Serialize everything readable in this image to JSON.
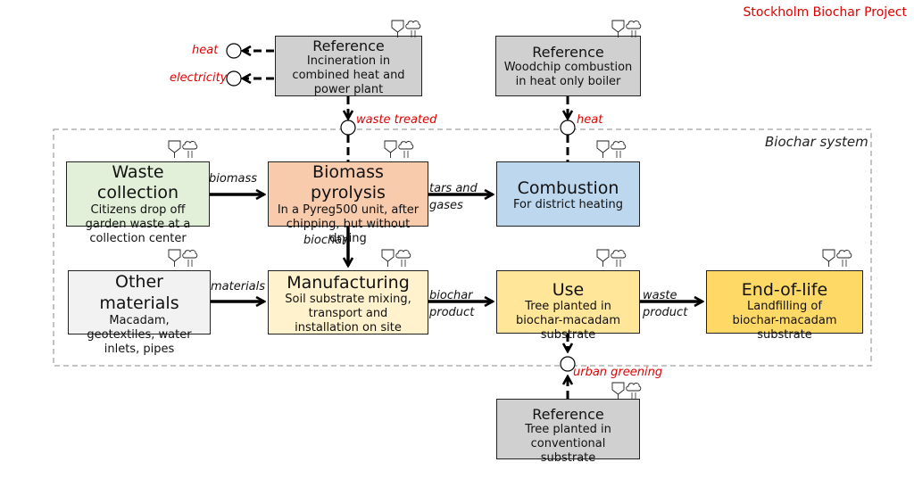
{
  "project_title": "Stockholm Biochar Project",
  "system_label": "Biochar system",
  "colors": {
    "reference": "#d0d0d0",
    "waste_collection": "#e2efd9",
    "pyrolysis": "#f8cbad",
    "combustion": "#bdd7ee",
    "other_materials": "#f2f2f2",
    "manufacturing": "#fff2cc",
    "use": "#ffe699",
    "end_of_life": "#ffd966",
    "accent_red": "#e00000"
  },
  "nodes": {
    "ref_incineration": {
      "title": "Reference",
      "desc": "Incineration in combined heat and power plant"
    },
    "ref_woodchip": {
      "title": "Reference",
      "desc": "Woodchip combustion in heat only boiler"
    },
    "waste_collection": {
      "title": "Waste collection",
      "desc": "Citizens drop off garden waste at a collection center"
    },
    "pyrolysis": {
      "title": "Biomass pyrolysis",
      "desc": "In a Pyreg500 unit, after chipping, but without drying"
    },
    "combustion": {
      "title": "Combustion",
      "desc": "For district heating"
    },
    "other_materials": {
      "title": "Other materials",
      "desc": "Macadam, geotextiles, water inlets, pipes"
    },
    "manufacturing": {
      "title": "Manufacturing",
      "desc": "Soil substrate mixing, transport and installation on site"
    },
    "use": {
      "title": "Use",
      "desc": "Tree planted in biochar-macadam substrate"
    },
    "end_of_life": {
      "title": "End-of-life",
      "desc": "Landfilling of biochar-macadam substrate"
    },
    "ref_tree": {
      "title": "Reference",
      "desc": "Tree planted in conventional substrate"
    }
  },
  "flows": {
    "biomass": "biomass",
    "tars_and_gases": "tars and gases",
    "biochar": "biochar",
    "materials": "materials",
    "biochar_product": "biochar product",
    "waste_product": "waste product"
  },
  "avoided_outputs": {
    "heat_1": "heat",
    "electricity": "electricity",
    "waste_treated": "waste treated",
    "heat_2": "heat",
    "urban_greening": "urban greening"
  },
  "icon_names": [
    "resource-input-icon",
    "emission-cloud-icon"
  ]
}
